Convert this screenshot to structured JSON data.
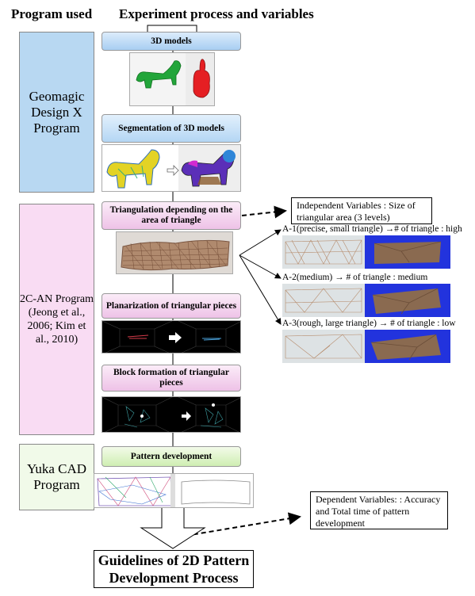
{
  "headers": {
    "program": "Program used",
    "process": "Experiment process and variables"
  },
  "programs": [
    {
      "label": "Geomagic Design X Program",
      "color": "#b8d8f2"
    },
    {
      "label": "2C-AN Program (Jeong et al., 2006; Kim et al., 2010)",
      "color": "#f9dcf3"
    },
    {
      "label": "Yuka CAD Program",
      "color": "#f1fae9"
    }
  ],
  "steps": {
    "models": "3D models",
    "segmentation": "Segmentation of 3D models",
    "triangulation": "Triangulation depending on the area of triangle",
    "planarization": "Planarization of triangular pieces",
    "block": "Block formation of triangular pieces",
    "pattern": "Pattern development"
  },
  "independent_variables": "Independent Variables : Size of triangular area (3 levels)",
  "levels": [
    "A-1(precise, small  triangle) →# of triangle : high",
    "A-2(medium) → # of triangle : medium",
    "A-3(rough, large triangle) → # of triangle : low"
  ],
  "dependent_variables": "Dependent Variables: : Accuracy and Total time of pattern development",
  "final": "Guidelines of 2D Pattern Development Process"
}
